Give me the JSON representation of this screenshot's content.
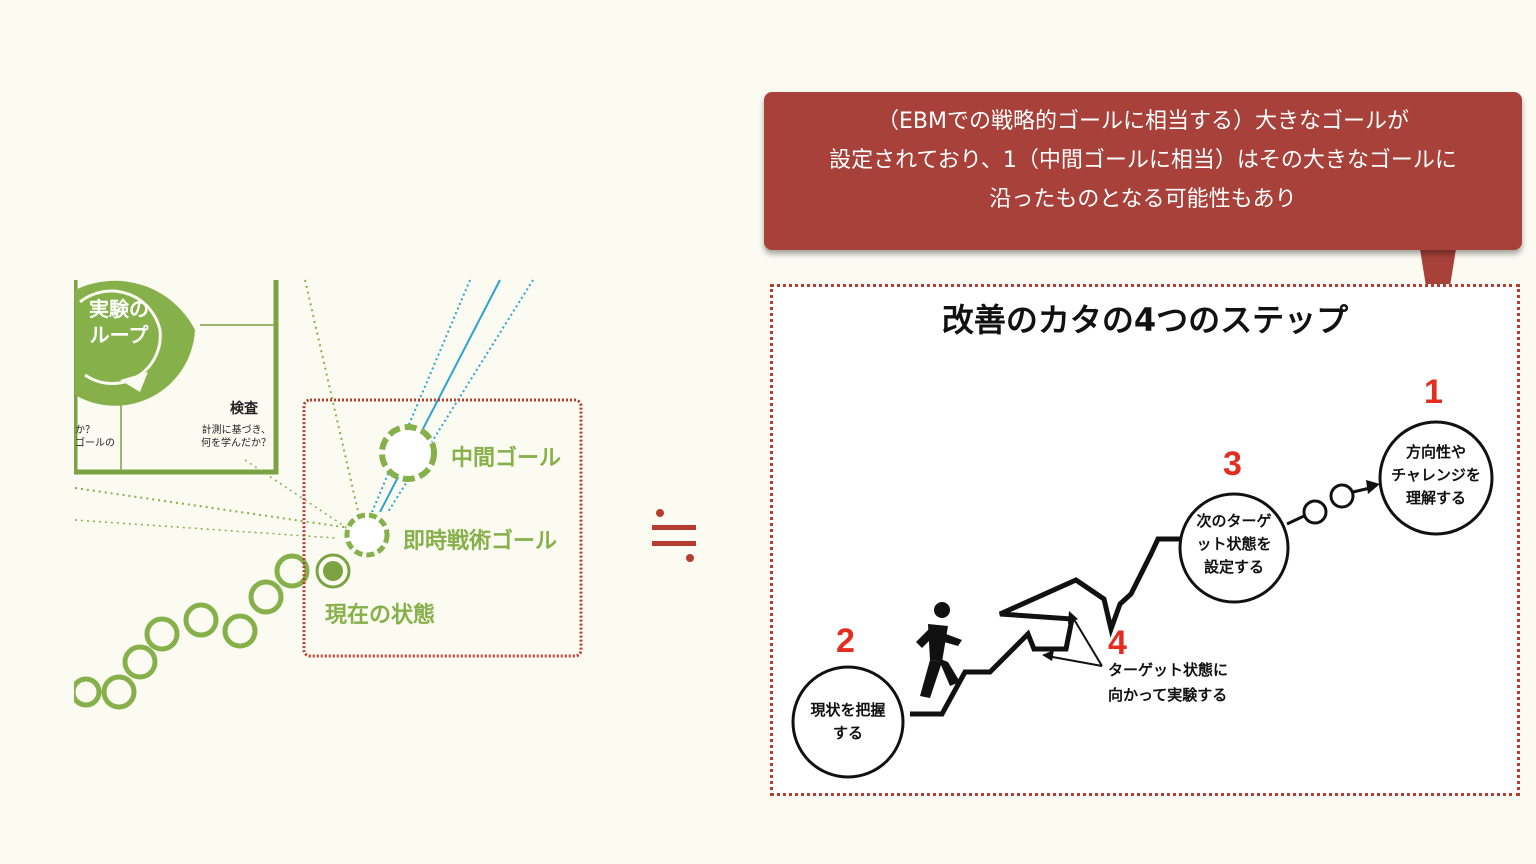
{
  "callout": {
    "lines": [
      "（EBMでの戦略的ゴールに相当する）大きなゴールが",
      "設定されており、1（中間ゴールに相当）はその大きなゴールに",
      "沿ったものとなる可能性もあり"
    ]
  },
  "approx_symbol": "≒",
  "left_diagram": {
    "loop_label_line1": "実験の",
    "loop_label_line2": "ループ",
    "inspect_title": "検査",
    "inspect_line1": "計測に基づき、",
    "inspect_line2": "何を学んだか？",
    "cut_line1": "か？",
    "cut_line2": "ゴールの",
    "intermediate_goal": "中間ゴール",
    "immediate_goal": "即時戦術ゴール",
    "current_state": "現在の状態"
  },
  "kata": {
    "title": "改善のカタの4つのステップ",
    "steps": [
      {
        "num": "1",
        "line1": "方向性や",
        "line2": "チャレンジを",
        "line3": "理解する"
      },
      {
        "num": "2",
        "line1": "現状を把握",
        "line2": "する"
      },
      {
        "num": "3",
        "line1": "次のターゲ",
        "line2": "ット状態を",
        "line3": "設定する"
      },
      {
        "num": "4",
        "note_line1": "ターゲット状態に",
        "note_line2": "向かって実験する"
      }
    ]
  },
  "colors": {
    "callout_bg": "#a8413a",
    "green": "#86b04a",
    "dotted_red": "#b83c30",
    "step_red": "#e32d20",
    "blue_line": "#2ea3cf"
  }
}
